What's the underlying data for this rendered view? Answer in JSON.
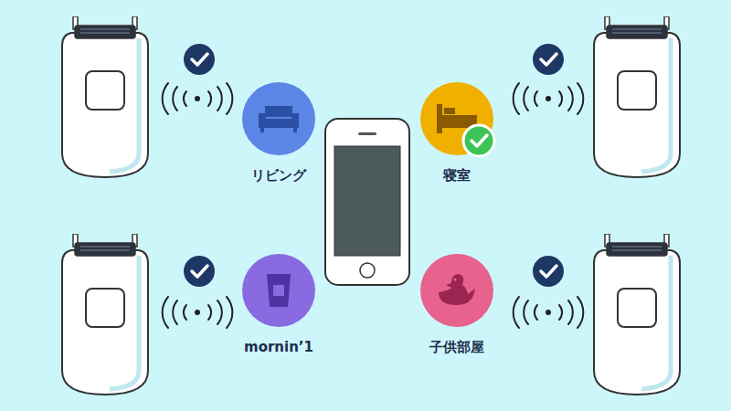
{
  "diagram": {
    "nodes": [
      {
        "text": [
          "リビング"
        ]
      },
      {
        "text": [
          "寝室"
        ]
      },
      {
        "text": [
          "mornin’1"
        ]
      },
      {
        "text": [
          "子供部屋"
        ]
      }
    ]
  }
}
